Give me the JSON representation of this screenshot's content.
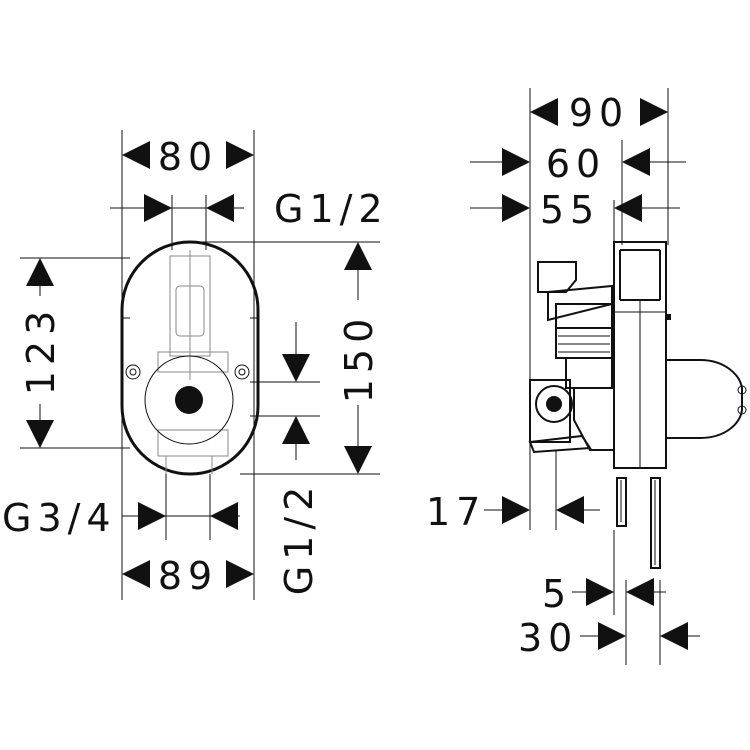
{
  "front_view": {
    "dim_width_top": "80",
    "dim_inlet_top": "G1/2",
    "dim_height_left": "123",
    "dim_height_right": "150",
    "dim_outlet_right": "G1/2",
    "dim_inlet_bottom": "G3/4",
    "dim_width_bottom": "89"
  },
  "side_view": {
    "dim_depth_90": "90",
    "dim_depth_60": "60",
    "dim_depth_55": "55",
    "dim_17": "17",
    "dim_5": "5",
    "dim_30": "30"
  }
}
